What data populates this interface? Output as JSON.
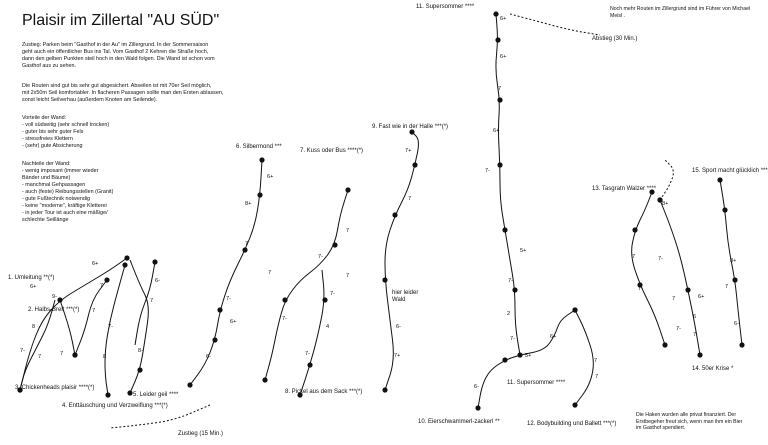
{
  "title": "Plaisir im Zillertal \"AU SÜD\"",
  "description": [
    "Zustieg: Parken beim \"Gasthof in der Au\" im Zillergrund. In der Sommersaison\n geht auch ein öffentlicher Bus ins Tal.  Vom Gasthof 2 Kehren die Straße hoch,\ndann den gelben Punkten steil hoch in den Wald folgen. Die Wand ist schon vom\nGasthof aus zu sehen.",
    "Die Routen sind gut bis sehr gut abgesichert. Abseilen ist mit 70er Seil möglich,\nmit 2x50m Seil komfortabler. In flacheren Passagen sollte man den Ersten ablassen,\nsonst leicht Seilverhau (außerdem Knoten am Seilende).",
    "Vorteile der Wand:\n- voll südseitig (sehr schnell trocken)\n- guter bis sehr guter Fels\n- stressfreies Klettern\n- (sehr) gute Absicherung",
    "Nachteile der Wand:\n- wenig imposant (immer wieder\nBänder und Bäume)\n- manchmal Gehpassagen\n- auch (feste) Reibungsstellen (Granit)\n- gute Fußtechnik notwendig\n- keine \"moderne\", kräftige Kletterei\n- in jeder Tour ist auch eine mäßige/\nschlechte Seillänge"
  ],
  "notes": {
    "top_right": "Noch mehr Routen im Zillergrund sind im Führer von Michael Meisl .",
    "bottom_right": "Die Haken wurden alle privat finanziert. Der\nErstbegeher freut sich, wenn man ihm ein Bier\nim Gasthof spendiert."
  },
  "routes": [
    {
      "label": "1. Umleitung **(*)",
      "grades": [
        "6+",
        "6+",
        "9-",
        "7-",
        "7",
        "6-"
      ]
    },
    {
      "label": "2. Halbs-Breit ***(*)",
      "grades": [
        "8",
        "7-",
        "7"
      ]
    },
    {
      "label": "3. Chickenheads plaisir ****(*)",
      "grades": []
    },
    {
      "label": "4. Enttäuschung und Verzweiflung ***(*)",
      "grades": [
        "7",
        "8",
        "7"
      ]
    },
    {
      "label": "5. Leider geil ****",
      "grades": [
        "7",
        "8-"
      ]
    },
    {
      "label": "6. Silbermond ***",
      "grades": [
        "6+",
        "8+",
        "7",
        "7",
        "7-",
        "6+",
        "6-"
      ]
    },
    {
      "label": "7. Kuss oder Bus ****(*)",
      "grades": [
        "7",
        "7-",
        "7",
        "7-"
      ]
    },
    {
      "label": "8. Pickel aus dem Sack ***(*)",
      "grades": [
        "7-",
        "4",
        "7-"
      ]
    },
    {
      "label": "9. Fast wie in der Halle ***(*)",
      "grades": [
        "7+",
        "7",
        "6-",
        "7+"
      ]
    },
    {
      "label": "10. Eierschwammerl-zackerl **",
      "grades": [
        "6-"
      ]
    },
    {
      "label": "11. Supersommer ****",
      "grades": [
        "6+",
        "6+",
        "7",
        "6+",
        "7-",
        "5+",
        "7-",
        "2",
        "7-",
        "5+",
        "6+"
      ]
    },
    {
      "label": "11. Supersommer ****",
      "grades": []
    },
    {
      "label": "12. Bodybuilding und Ballett ***(*)",
      "grades": [
        "7",
        "7"
      ]
    },
    {
      "label": "13. Tasgratn Walzer ****",
      "grades": [
        "7-",
        "7-",
        "7",
        "7-",
        "6",
        "7"
      ]
    },
    {
      "label": "14. 50er Krise *",
      "grades": []
    },
    {
      "label": "15. Sport macht glücklich ****",
      "grades": [
        "8+",
        "7",
        "8+",
        "6+",
        "6-"
      ]
    }
  ],
  "annotations": {
    "zustieg": "Zustieg (15 Min.)",
    "abstieg": "Abstieg (30 Min.)",
    "wald": "hier leider\nWald"
  }
}
